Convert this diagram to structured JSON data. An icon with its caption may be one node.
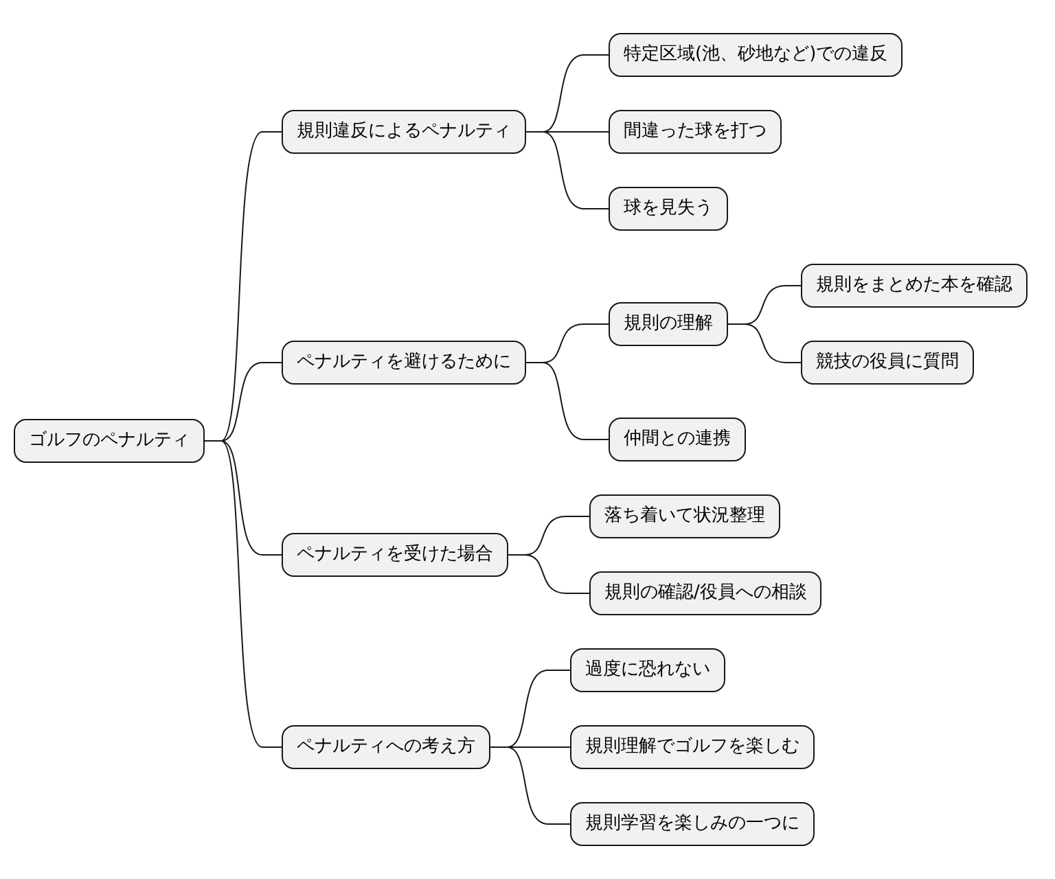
{
  "diagram": {
    "nodes": [
      {
        "text": [
          "ゴルフのペナルティ"
        ]
      },
      {
        "text": [
          "規則違反によるペナルティ"
        ]
      },
      {
        "text": [
          "特定区域(池、砂地など)での違反"
        ]
      },
      {
        "text": [
          "間違った球を打つ"
        ]
      },
      {
        "text": [
          "球を見失う"
        ]
      },
      {
        "text": [
          "ペナルティを避けるために"
        ]
      },
      {
        "text": [
          "規則の理解"
        ]
      },
      {
        "text": [
          "規則をまとめた本を確認"
        ]
      },
      {
        "text": [
          "競技の役員に質問"
        ]
      },
      {
        "text": [
          "仲間との連携"
        ]
      },
      {
        "text": [
          "ペナルティを受けた場合"
        ]
      },
      {
        "text": [
          "落ち着いて状況整理"
        ]
      },
      {
        "text": [
          "規則の確認/役員への相談"
        ]
      },
      {
        "text": [
          "ペナルティへの考え方"
        ]
      },
      {
        "text": [
          "過度に恐れない"
        ]
      },
      {
        "text": [
          "規則理解でゴルフを楽しむ"
        ]
      },
      {
        "text": [
          "規則学習を楽しみの一つに"
        ]
      }
    ],
    "edges": [
      {
        "from": 0,
        "to": 1,
        "arrow": "none"
      },
      {
        "from": 1,
        "to": 2,
        "arrow": "none"
      },
      {
        "from": 1,
        "to": 3,
        "arrow": "none"
      },
      {
        "from": 1,
        "to": 4,
        "arrow": "none"
      },
      {
        "from": 0,
        "to": 5,
        "arrow": "none"
      },
      {
        "from": 5,
        "to": 6,
        "arrow": "none"
      },
      {
        "from": 6,
        "to": 7,
        "arrow": "none"
      },
      {
        "from": 6,
        "to": 8,
        "arrow": "none"
      },
      {
        "from": 5,
        "to": 9,
        "arrow": "none"
      },
      {
        "from": 0,
        "to": 10,
        "arrow": "none"
      },
      {
        "from": 10,
        "to": 11,
        "arrow": "none"
      },
      {
        "from": 10,
        "to": 12,
        "arrow": "none"
      },
      {
        "from": 0,
        "to": 13,
        "arrow": "none"
      },
      {
        "from": 13,
        "to": 14,
        "arrow": "none"
      },
      {
        "from": 13,
        "to": 15,
        "arrow": "none"
      },
      {
        "from": 13,
        "to": 16,
        "arrow": "none"
      }
    ]
  }
}
